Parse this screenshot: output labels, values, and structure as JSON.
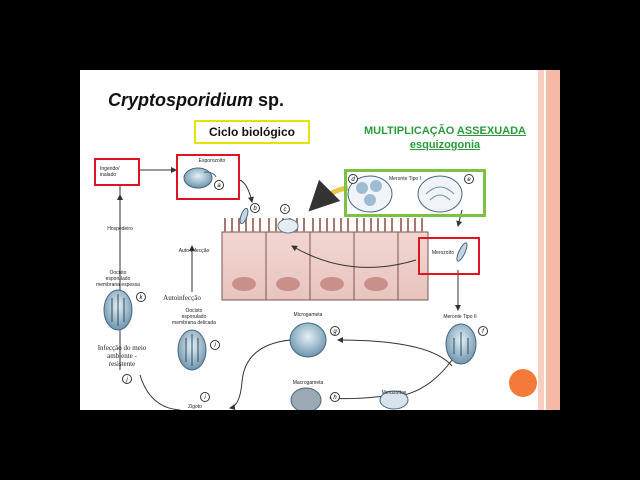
{
  "slide": {
    "title_italic": "Cryptosporidium",
    "title_rest": " sp.",
    "ciclo": "Ciclo biológico",
    "mult_prefix": "MULTIPLICAÇÃO ",
    "mult_underlined": "ASSEXUADA",
    "mult_sub": "esquizogonia"
  },
  "diagram": {
    "ingerido": "Ingerido/\ninalado",
    "esporozoito": "Esporozoíto",
    "merontes_i": "Meronte Tipo I",
    "merozoito": "Merozoíto",
    "meronte_ii": "Meronte Tipo II",
    "hospedeiro": "Hospedeiro",
    "auto_infeccao": "Auto-infecção",
    "oocisto_espesso": "Oocisto\nesporulado\nmembrana espessa",
    "oocisto_delicado": "Oocisto\nesporulado\nmembrana delicada",
    "autoinfeccao_note": "Autoinfecção",
    "infeccao_meio": "Infecção do meio\nambiente -\nresistente",
    "microgameta": "Microgameta",
    "macrogameta": "Macrogameta",
    "merozoitos": "Merozoítos",
    "zigoto": "Zigoto",
    "labels": [
      "a",
      "b",
      "c",
      "d",
      "e",
      "f",
      "g",
      "h",
      "i",
      "j",
      "k",
      "l"
    ]
  },
  "colors": {
    "red": "#e0141e",
    "green": "#7cc242",
    "yellow": "#e8e000",
    "orange": "#f47a3a",
    "stripe_pink": "#f6b9a6"
  }
}
